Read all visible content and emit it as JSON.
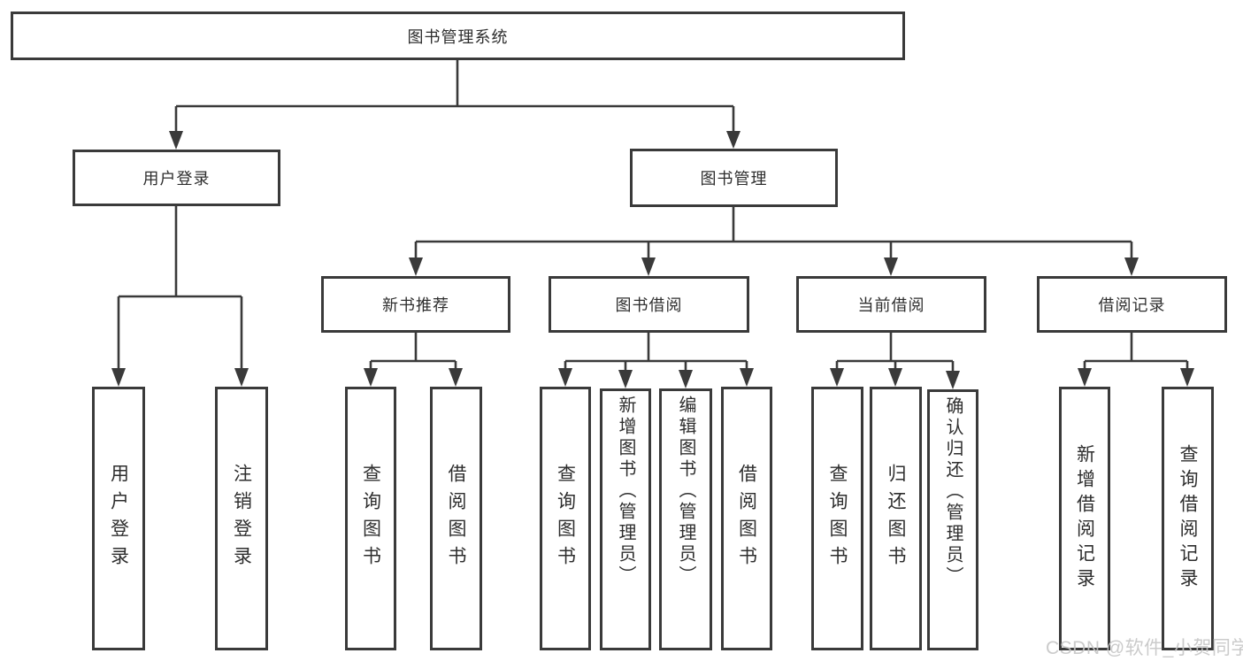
{
  "diagram_title": "图书管理系统",
  "nodes": {
    "root": {
      "label": "图书管理系统"
    },
    "user_login": {
      "label": "用户登录"
    },
    "book_mgmt": {
      "label": "图书管理"
    },
    "new_book_rec": {
      "label": "新书推荐"
    },
    "book_borrow": {
      "label": "图书借阅"
    },
    "current_borrow": {
      "label": "当前借阅"
    },
    "borrow_records": {
      "label": "借阅记录"
    },
    "leaf_user_login": {
      "label": "用户登录"
    },
    "leaf_logout": {
      "label": "注销登录"
    },
    "leaf_nbr_query": {
      "label": "查询图书"
    },
    "leaf_nbr_borrow": {
      "label": "借阅图书"
    },
    "leaf_bb_query": {
      "label": "查询图书"
    },
    "leaf_bb_add": {
      "label": "新增图书（管理员）"
    },
    "leaf_bb_edit": {
      "label": "编辑图书（管理员）"
    },
    "leaf_bb_borrow": {
      "label": "借阅图书"
    },
    "leaf_cb_query": {
      "label": "查询图书"
    },
    "leaf_cb_return": {
      "label": "归还图书"
    },
    "leaf_cb_confirm": {
      "label": "确认归还（管理员）"
    },
    "leaf_br_add": {
      "label": "新增借阅记录"
    },
    "leaf_br_query": {
      "label": "查询借阅记录"
    }
  },
  "hierarchy": {
    "图书管理系统": [
      "用户登录",
      "图书管理"
    ],
    "用户登录": [
      "用户登录",
      "注销登录"
    ],
    "图书管理": [
      "新书推荐",
      "图书借阅",
      "当前借阅",
      "借阅记录"
    ],
    "新书推荐": [
      "查询图书",
      "借阅图书"
    ],
    "图书借阅": [
      "查询图书",
      "新增图书（管理员）",
      "编辑图书（管理员）",
      "借阅图书"
    ],
    "当前借阅": [
      "查询图书",
      "归还图书",
      "确认归还（管理员）"
    ],
    "借阅记录": [
      "新增借阅记录",
      "查询借阅记录"
    ]
  },
  "watermark": {
    "text": "CSDN @软件_小贺同学"
  },
  "colors": {
    "background": "#ffffff",
    "line": "#3a3a3a",
    "box_border": "#3a3a3a",
    "text": "#2e2e2e",
    "watermark": "#c5c5c5"
  }
}
